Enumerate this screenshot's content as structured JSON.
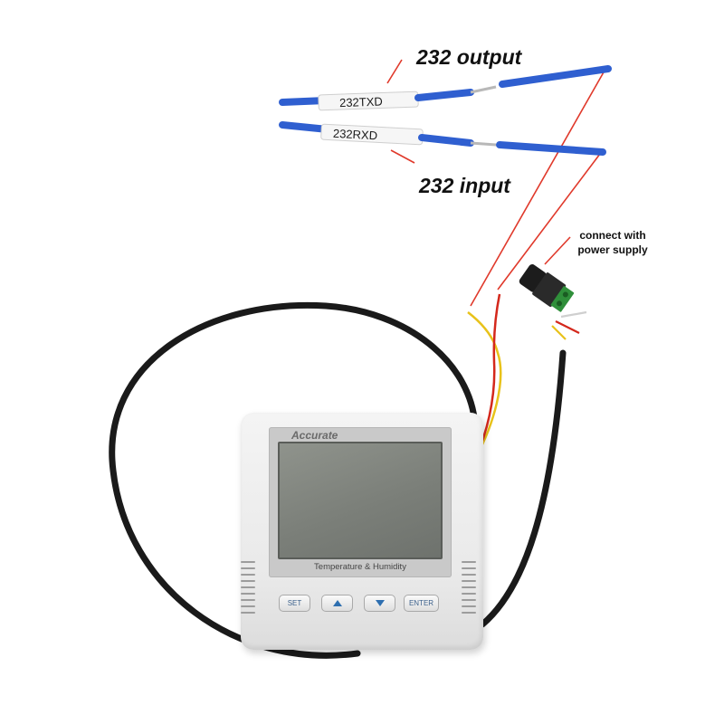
{
  "callouts": {
    "output": "232 output",
    "input": "232 input",
    "power_line1": "connect with",
    "power_line2": "power supply"
  },
  "cable_labels": {
    "txd": "232TXD",
    "rxd": "232RXD"
  },
  "device": {
    "brand": "Accurate",
    "model_label": "Temperature & Humidity",
    "keys": {
      "set": "SET",
      "enter": "ENTER"
    }
  },
  "colors": {
    "cable_blue": "#2f5fd0",
    "annotation_line": "#e0392b",
    "cable_black": "#1a1a1a",
    "wire_yellow": "#e8c21a",
    "wire_red": "#d4281c",
    "lcd": "#80847e"
  },
  "icons": {
    "up_key": "triangle-up-icon",
    "down_key": "triangle-down-icon"
  }
}
